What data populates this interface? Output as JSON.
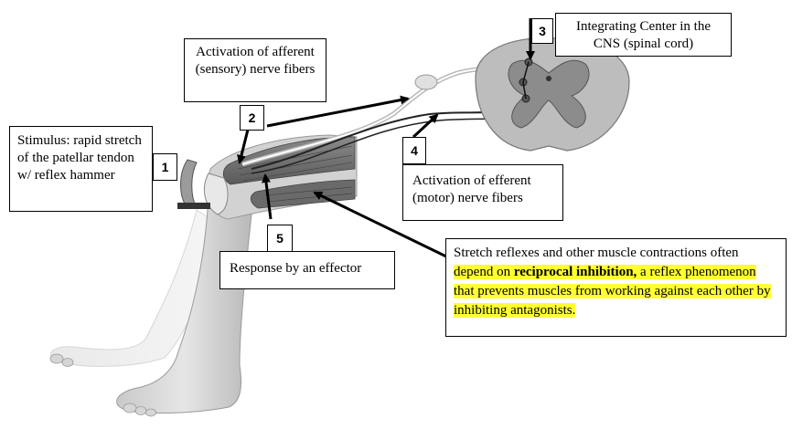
{
  "labels": {
    "stimulus": "Stimulus: rapid stretch of the patellar tendon w/ reflex hammer",
    "afferent": "Activation of afferent (sensory) nerve fibers",
    "integrating": "Integrating Center in the CNS (spinal cord)",
    "efferent": "Activation of efferent (motor) nerve fibers",
    "response": "Response by an effector"
  },
  "note": {
    "intro": "Stretch reflexes and other muscle contractions often",
    "pre_bold": "depend on ",
    "bold": "reciprocal inhibition,",
    "post_bold": " a reflex phenomenon that prevents muscles from working against each other by inhibiting antagonists."
  },
  "steps": [
    "1",
    "2",
    "3",
    "4",
    "5"
  ]
}
